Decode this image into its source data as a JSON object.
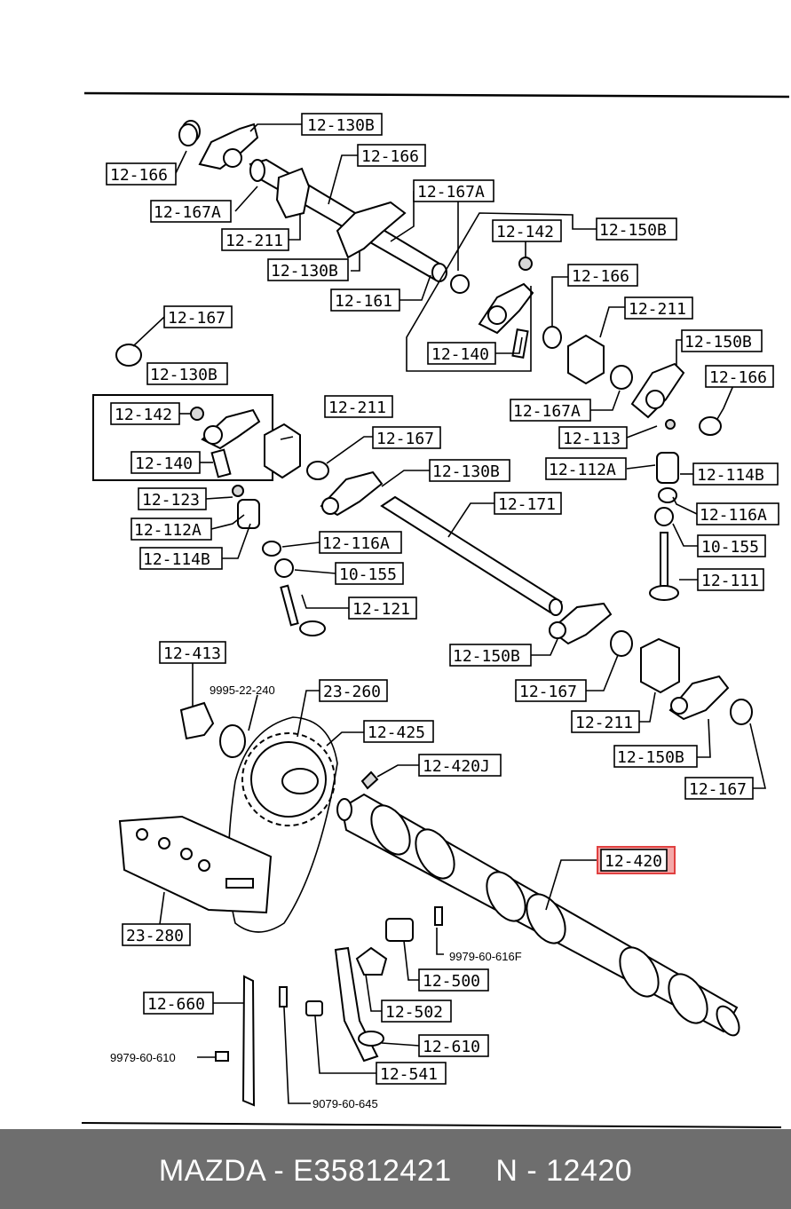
{
  "labels": {
    "l1": "12-130B",
    "l2": "12-166",
    "l3": "12-166",
    "l4": "12-167A",
    "l5": "12-167A",
    "l6": "12-211",
    "l7": "12-130B",
    "l8": "12-161",
    "l9": "12-142",
    "l10": "12-150B",
    "l11": "12-166",
    "l12": "12-211",
    "l13": "12-140",
    "l14": "12-167",
    "l15": "12-150B",
    "l16": "12-130B",
    "l17": "12-166",
    "l18": "12-142",
    "l19": "12-167A",
    "l20": "12-211",
    "l21": "12-140",
    "l22": "12-167",
    "l23": "12-113",
    "l24": "12-112A",
    "l25": "12-130B",
    "l26": "12-114B",
    "l27": "12-123",
    "l28": "12-171",
    "l29": "12-116A",
    "l30": "12-112A",
    "l31": "10-155",
    "l32": "12-114B",
    "l33": "12-116A",
    "l34": "12-111",
    "l35": "10-155",
    "l36": "12-121",
    "l37": "12-413",
    "l38": "12-150B",
    "l39": "23-260",
    "l40": "12-167",
    "l41": "12-425",
    "l42": "12-211",
    "l43": "12-150B",
    "l44": "12-420J",
    "l45": "12-167",
    "l46": "12-420",
    "l47": "23-280",
    "l48": "12-500",
    "l49": "12-660",
    "l50": "12-502",
    "l51": "12-610",
    "l52": "12-541"
  },
  "small_labels": {
    "s1": "9995-22-240",
    "s2": "9979-60-616F",
    "s3": "9979-60-610",
    "s4": "9079-60-645"
  },
  "highlight": {
    "part": "12-420",
    "color": "#f4a8a8"
  },
  "footer": {
    "text": "MAZDA - E35812421     N - 12420",
    "background": "#6e6e6e"
  }
}
